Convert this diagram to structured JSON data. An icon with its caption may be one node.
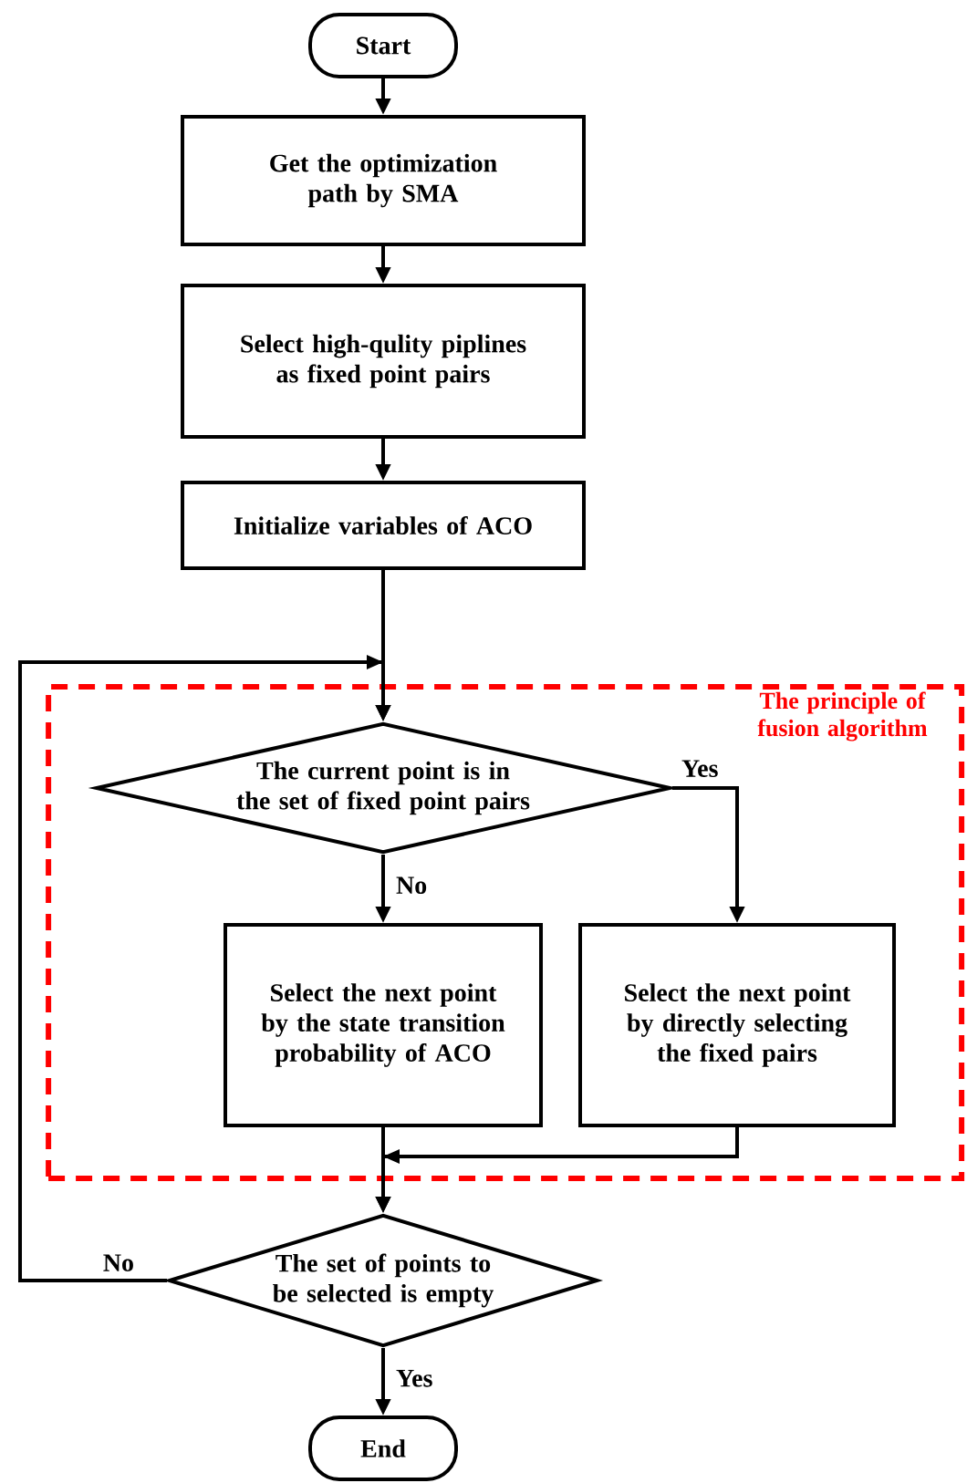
{
  "diagram": {
    "nodes": [
      {
        "text": [
          "Start"
        ]
      },
      {
        "text": [
          "Get the optimization path by SMA"
        ]
      },
      {
        "text": [
          "Select high-qulity piplines as fixed point pairs"
        ]
      },
      {
        "text": [
          "Initialize variables of ACO"
        ]
      },
      {
        "text": [
          "The principle of fusion algorithm"
        ]
      },
      {
        "text": [
          "The current point is in the set of fixed point pairs"
        ],
        "in": 4
      },
      {
        "text": [
          "Select the next point by the state transition probability of ACO"
        ],
        "in": 4
      },
      {
        "text": [
          "Select the next point by directly selecting the fixed pairs"
        ],
        "in": 4
      },
      {
        "text": [
          "The set of points to be selected is empty"
        ]
      },
      {
        "text": [
          "End"
        ]
      }
    ],
    "edges": [
      {
        "from": 0,
        "to": 1,
        "arrow": "to"
      },
      {
        "from": 1,
        "to": 2,
        "arrow": "to"
      },
      {
        "from": 2,
        "to": 3,
        "arrow": "to"
      },
      {
        "from": 3,
        "to": 5,
        "arrow": "to"
      },
      {
        "from": 5,
        "to": 6,
        "arrow": "to",
        "label": "No"
      },
      {
        "from": 5,
        "to": 7,
        "arrow": "to",
        "label": "Yes"
      },
      {
        "from": 6,
        "to": 8,
        "arrow": "to"
      },
      {
        "from": 7,
        "to": 8,
        "arrow": "to"
      },
      {
        "from": 8,
        "to": 9,
        "arrow": "to",
        "label": "Yes"
      },
      {
        "from": 8,
        "to": 5,
        "arrow": "to",
        "label": "No"
      }
    ]
  }
}
